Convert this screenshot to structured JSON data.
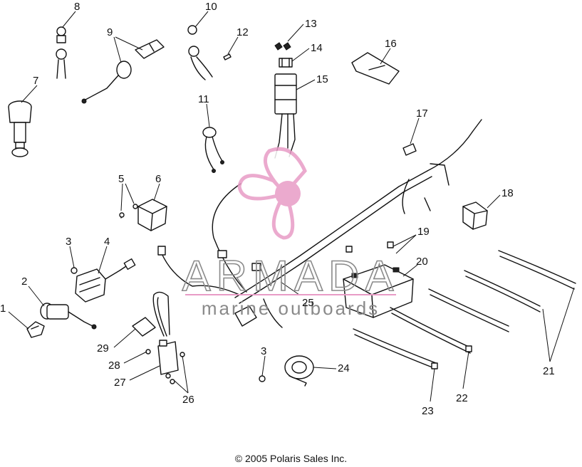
{
  "callouts": [
    "1",
    "2",
    "3",
    "4",
    "5",
    "6",
    "7",
    "8",
    "9",
    "10",
    "11",
    "12",
    "13",
    "14",
    "15",
    "16",
    "17",
    "18",
    "19",
    "20",
    "21",
    "22",
    "23",
    "24",
    "25",
    "26",
    "27",
    "28",
    "29"
  ],
  "watermark": {
    "brand": "ARMADA",
    "tagline": "marine outboards",
    "pink": "#e89cc6",
    "grey": "#8a8a8a"
  },
  "copyright": "© 2005 Polaris Sales Inc."
}
